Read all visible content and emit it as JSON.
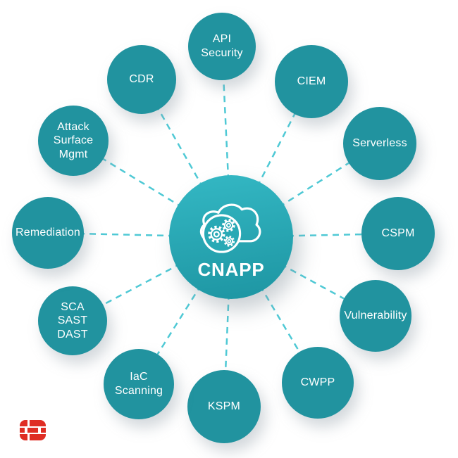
{
  "diagram": {
    "center": {
      "label": "CNAPP",
      "icon": "cloud-gears-icon"
    },
    "satellites": [
      {
        "id": "api-security",
        "label": "API\nSecurity"
      },
      {
        "id": "ciem",
        "label": "CIEM"
      },
      {
        "id": "serverless",
        "label": "Serverless"
      },
      {
        "id": "cspm",
        "label": "CSPM"
      },
      {
        "id": "vulnerability",
        "label": "Vulnerability"
      },
      {
        "id": "cwpp",
        "label": "CWPP"
      },
      {
        "id": "kspm",
        "label": "KSPM"
      },
      {
        "id": "iac-scanning",
        "label": "IaC\nScanning"
      },
      {
        "id": "sca-sast-dast",
        "label": "SCA\nSAST\nDAST"
      },
      {
        "id": "remediation",
        "label": "Remediation"
      },
      {
        "id": "attack-surface-mgmt",
        "label": "Attack\nSurface\nMgmt"
      },
      {
        "id": "cdr",
        "label": "CDR"
      }
    ],
    "colors": {
      "node_teal": "#21939F",
      "center_teal_top": "#34B8C4",
      "center_teal_bottom": "#1D95A2",
      "dash_line": "#4FC9D5",
      "label_text": "#FFFFFF",
      "logo_red": "#DF2D24"
    }
  },
  "branding": {
    "logo": "fortinet-logo"
  }
}
